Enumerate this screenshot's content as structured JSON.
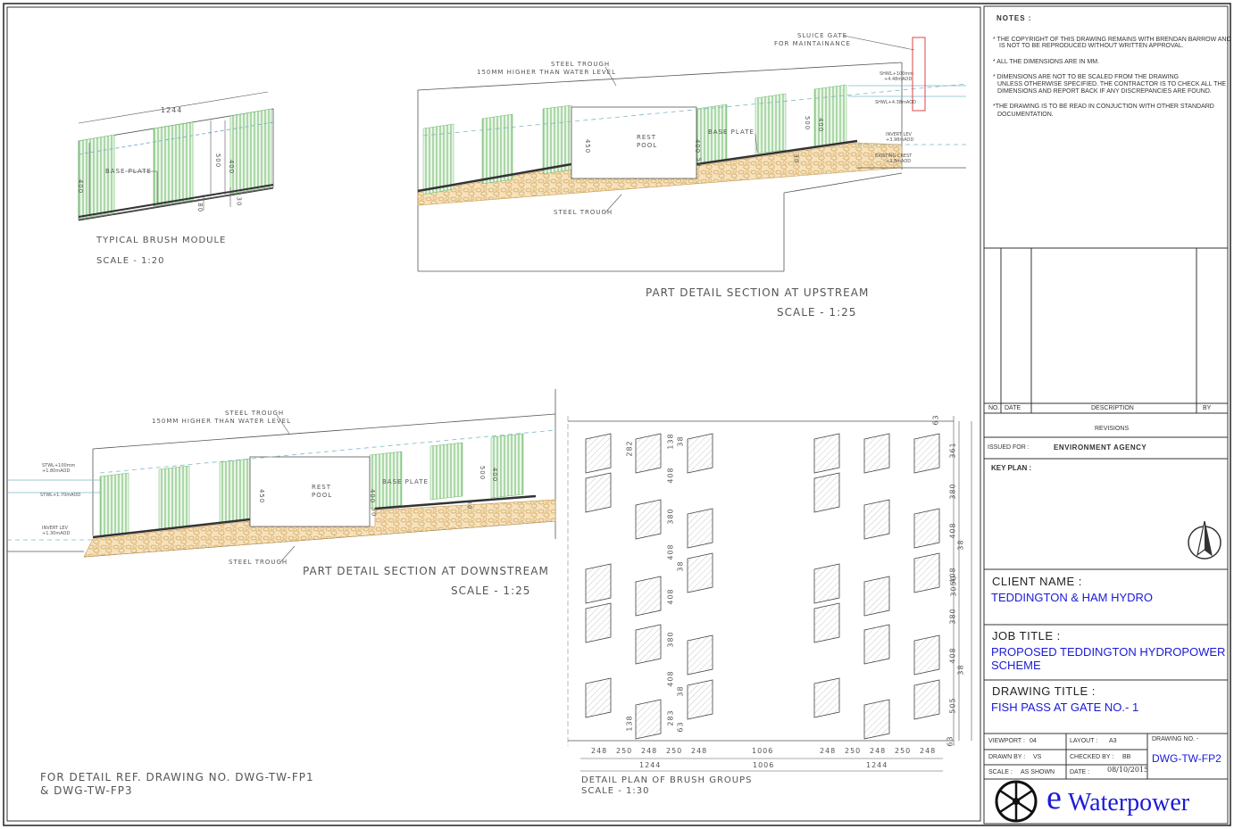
{
  "drawings": {
    "brush_module": {
      "title": "TYPICAL BRUSH MODULE",
      "scale": "SCALE - 1:20",
      "dim_width": "1244",
      "dim_400": "400",
      "dim_500": "500",
      "dim_400b": "400",
      "dim_180": "180",
      "dim_30": "30",
      "base_plate": "BASE PLATE"
    },
    "upstream": {
      "title": "PART DETAIL SECTION AT UPSTREAM",
      "scale": "SCALE - 1:25",
      "steel_trough_top": "STEEL TROUGH",
      "trough_note": "150MM HIGHER THAN WATER LEVEL",
      "sluice_gate": "SLUICE GATE",
      "sluice_note": "FOR MAINTAINANCE",
      "rest_pool_1": "REST",
      "rest_pool_2": "POOL",
      "base_plate": "BASE PLATE",
      "steel_trough_bottom": "STEEL TROUGH",
      "shwl_100": "SHWL+100mm",
      "shwl_100_aod": "+4.48mAOD",
      "shwl": "SHWL+4.38mAOD",
      "invert": "INVERT LEV",
      "invert_aod": "+3.98mAOD",
      "crest": "EXISTING CREST",
      "crest_aod": "+3.8mAOD",
      "dim_450": "450",
      "dim_400": "400",
      "dim_50": "50",
      "dim_500": "500",
      "dim_400b": "400",
      "dim_30": "30"
    },
    "downstream": {
      "title": "PART DETAIL SECTION AT DOWNSTREAM",
      "scale": "SCALE - 1:25",
      "steel_trough_top": "STEEL TROUGH",
      "trough_note": "150MM HIGHER THAN WATER LEVEL",
      "rest_pool_1": "REST",
      "rest_pool_2": "POOL",
      "base_plate": "BASE PLATE",
      "steel_trough_bottom": "STEEL TROUGH",
      "stwl_100": "STWL+100mm",
      "stwl_100_aod": "+1.80mAOD",
      "stwl": "STWL+1.70mAOD",
      "invert": "INVERT LEV",
      "invert_aod": "+1.30mAOD",
      "dim_450": "450",
      "dim_400": "400",
      "dim_50": "50",
      "dim_500": "500",
      "dim_400b": "400",
      "dim_30": "30"
    },
    "plan": {
      "title": "DETAIL PLAN OF BRUSH GROUPS",
      "scale": "SCALE - 1:30",
      "bottom_dims": [
        "248",
        "250",
        "248",
        "250",
        "248",
        "1006",
        "248",
        "250",
        "248",
        "250",
        "248"
      ],
      "bottom_totals": [
        "1244",
        "1006",
        "1244"
      ],
      "right_dims": [
        "63",
        "361",
        "380",
        "408",
        "38",
        "408",
        "380",
        "408",
        "38",
        "505",
        "63"
      ],
      "right_total": "3050",
      "left_vdims": [
        "282",
        "138",
        "38",
        "408",
        "380",
        "408",
        "38",
        "408",
        "380",
        "408",
        "38",
        "283",
        "138",
        "63"
      ]
    },
    "ref_note_1": "FOR DETAIL REF. DRAWING NO. DWG-TW-FP1",
    "ref_note_2": "& DWG-TW-FP3"
  },
  "notes": {
    "title": "NOTES :",
    "items": [
      "* THE COPYRIGHT OF THIS DRAWING REMAINS WITH BRENDAN BARROW AND",
      "IS NOT TO BE REPRODUCED WITHOUT WRITTEN APPROVAL.",
      "* ALL THE DIMENSIONS ARE IN MM.",
      "* DIMENSIONS ARE NOT TO BE SCALED FROM THE DRAWING",
      "UNLESS OTHERWISE SPECIFIED. THE CONTRACTOR IS TO CHECK ALL THE",
      "DIMENSIONS AND REPORT BACK IF ANY DISCREPANCIES ARE FOUND.",
      "*THE DRAWING IS TO BE READ IN CONJUCTION WITH OTHER STANDARD",
      "DOCUMENTATION."
    ]
  },
  "revisions": {
    "col_no": "NO.",
    "col_date": "DATE",
    "col_desc": "DESCRIPTION",
    "col_by": "BY",
    "label": "REVISIONS"
  },
  "issued_for": {
    "label": "ISSUED FOR :",
    "value": "ENVIRONMENT AGENCY"
  },
  "key_plan": {
    "label": "KEY PLAN :"
  },
  "client": {
    "label": "CLIENT NAME :",
    "value": "TEDDINGTON & HAM HYDRO"
  },
  "job": {
    "label": "JOB TITLE :",
    "value_1": "PROPOSED TEDDINGTON HYDROPOWER",
    "value_2": "SCHEME"
  },
  "drawing_title": {
    "label": "DRAWING TITLE :",
    "value": "FISH PASS AT GATE NO.- 1"
  },
  "meta": {
    "viewport_label": "VIEWPORT :",
    "viewport": "04",
    "layout_label": "LAYOUT :",
    "layout": "A3",
    "drawn_label": "DRAWN BY :",
    "drawn": "VS",
    "checked_label": "CHECKED BY :",
    "checked": "BB",
    "scale_label": "SCALE :",
    "scale": "AS SHOWN",
    "date_label": "DATE :",
    "date": "08/10/2015",
    "drawing_no_label": "DRAWING NO. -",
    "drawing_no": "DWG-TW-FP2"
  },
  "brand": {
    "e": "e",
    "name": "Waterpower"
  },
  "colors": {
    "border": "#333333",
    "title_blue": "#1a1ad8",
    "brush_green": "#7cc47a",
    "gravel": "#e8c58a",
    "water": "#7fb8c8"
  }
}
